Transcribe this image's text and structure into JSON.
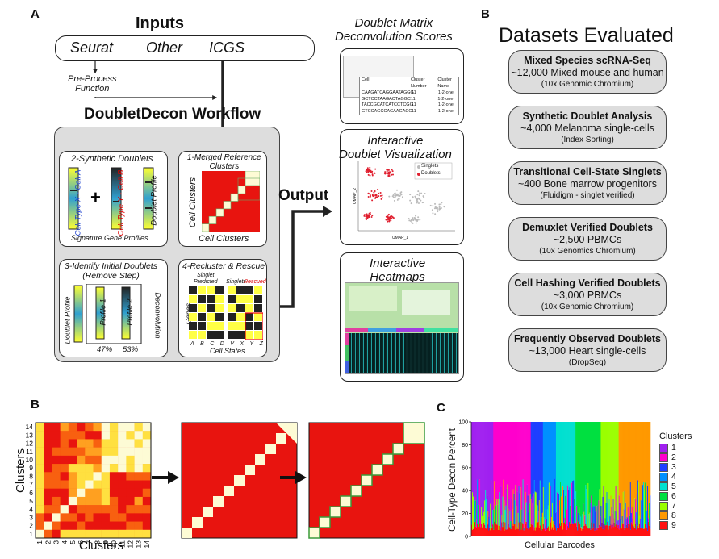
{
  "panel_a": {
    "letter": "A",
    "inputs_title": "Inputs",
    "inputs": [
      "Seurat",
      "Other",
      "ICGS"
    ],
    "preprocess_label": "Pre-Process\nFunction",
    "workflow_title": "DoubletDecon Workflow",
    "step1": {
      "title": "1-Merged Reference\nClusters",
      "ylabel": "Cell Clusters",
      "xlabel": "Cell Clusters"
    },
    "step2": {
      "title": "2-Synthetic Doublets",
      "cell_a": "Cell Type X - Cell A",
      "cell_b": "Cell Type Y - Cell B",
      "profile": "Doublet Profile",
      "caption": "Signature Gene Profiles"
    },
    "step3": {
      "title": "3-Identify Initial Doublets\n(Remove Step)",
      "profile": "Doublet Profile",
      "p1": "Profile 1",
      "p2": "Profile 2",
      "deconv": "Deconvolution",
      "pct1": "47%",
      "pct2": "53%"
    },
    "step4": {
      "title": "4-Recluster & Rescue",
      "singlet": "Singlet\nPredicted",
      "singlets": "Singlets",
      "rescued": "Rescued",
      "genes": "Genes",
      "states": "Cell States",
      "cols": [
        "A",
        "B",
        "C",
        "D",
        "V",
        "X",
        "Y",
        "Z"
      ]
    },
    "output_label": "Output",
    "out1": {
      "title": "Doublet Matrix\nDeconvolution Scores",
      "headers": [
        "Cell",
        "Cluster Number",
        "Cluster Name"
      ],
      "rows": [
        [
          "CAAGATCAGGAATAGGG",
          "11",
          "1-2-one"
        ],
        [
          "GCTCCTAAGACTAGGC",
          "11",
          "1-2-one"
        ],
        [
          "TACCGCATCATCCTCGG",
          "11",
          "1-2-one"
        ],
        [
          "GTCCAGCCACAAGACG",
          "11",
          "1-2-one"
        ]
      ]
    },
    "out2": {
      "title": "Interactive\nDoublet Visualization",
      "legend": [
        "Singlets",
        "Doublets"
      ],
      "xlabel": "UMAP_1",
      "ylabel": "UMAP_2"
    },
    "out3": {
      "title": "Interactive\nHeatmaps"
    }
  },
  "panel_b_top": {
    "letter": "B",
    "title": "Datasets Evaluated",
    "datasets": [
      {
        "title": "Mixed Species scRNA-Seq",
        "count": "~12,000 Mixed mouse and human",
        "source": "(10x Genomic Chromium)"
      },
      {
        "title": "Synthetic Doublet Analysis",
        "count": "~4,000 Melanoma single-cells",
        "source": "(Index Sorting)"
      },
      {
        "title": "Transitional Cell-State Singlets",
        "count": "~400 Bone marrow progenitors",
        "source": "(Fluidigm - singlet verified)"
      },
      {
        "title": "Demuxlet Verified Doublets",
        "count": "~2,500 PBMCs",
        "source": "(10x Genomics Chromium)"
      },
      {
        "title": "Cell Hashing Verified Doublets",
        "count": "~3,000 PBMCs",
        "source": "(10x Genomic Chromium)"
      },
      {
        "title": "Frequently Observed Doublets",
        "count": "~13,000 Heart single-cells",
        "source": "(DropSeq)"
      }
    ]
  },
  "panel_b_bottom": {
    "letter": "B",
    "xlabel": "Clusters",
    "ylabel": "Clusters",
    "ticks": [
      "1",
      "2",
      "3",
      "4",
      "5",
      "6",
      "7",
      "8",
      "9",
      "10",
      "11",
      "12",
      "13",
      "14"
    ]
  },
  "panel_c": {
    "letter": "C",
    "xlabel": "Cellular Barcodes",
    "ylabel": "Cell-Type Decon Percent",
    "yticks": [
      "0",
      "20",
      "40",
      "60",
      "80",
      "100"
    ],
    "legend_title": "Clusters",
    "clusters": [
      {
        "name": "1",
        "color": "#a020f0"
      },
      {
        "name": "2",
        "color": "#ff00cc"
      },
      {
        "name": "3",
        "color": "#1f3fff"
      },
      {
        "name": "4",
        "color": "#0090ff"
      },
      {
        "name": "5",
        "color": "#00e0d0"
      },
      {
        "name": "6",
        "color": "#00e040"
      },
      {
        "name": "7",
        "color": "#9aff00"
      },
      {
        "name": "8",
        "color": "#ff9900"
      },
      {
        "name": "9",
        "color": "#ff1010"
      }
    ]
  },
  "colors": {
    "red": "#e8140f",
    "yellow": "#ffff44",
    "cream": "#fdfbd5",
    "green": "#3a9a3a"
  }
}
